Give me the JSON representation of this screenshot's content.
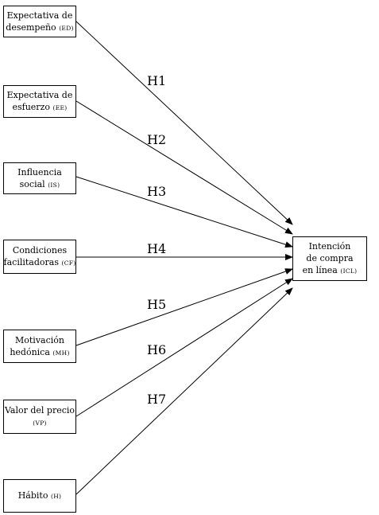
{
  "constructs": [
    {
      "lines": [
        "Expectativa de",
        "desempeño"
      ],
      "abbr": "(ED)"
    },
    {
      "lines": [
        "Expectativa de",
        "esfuerzo"
      ],
      "abbr": "(EE)"
    },
    {
      "lines": [
        "Influencia",
        "social"
      ],
      "abbr": "(IS)"
    },
    {
      "lines": [
        "Condiciones",
        "facilitadoras"
      ],
      "abbr": "(CF)"
    },
    {
      "lines": [
        "Motivación",
        "hedónica"
      ],
      "abbr": "(MH)"
    },
    {
      "lines": [
        "Valor del precio",
        ""
      ],
      "abbr": "(VP)"
    },
    {
      "lines": [
        "Hábito",
        ""
      ],
      "abbr": "(H)"
    }
  ],
  "target": {
    "lines": [
      "Intención",
      "de compra",
      "en línea"
    ],
    "abbr": "(ICL)"
  },
  "hypotheses": [
    "H1",
    "H2",
    "H3",
    "H4",
    "H5",
    "H6",
    "H7"
  ]
}
